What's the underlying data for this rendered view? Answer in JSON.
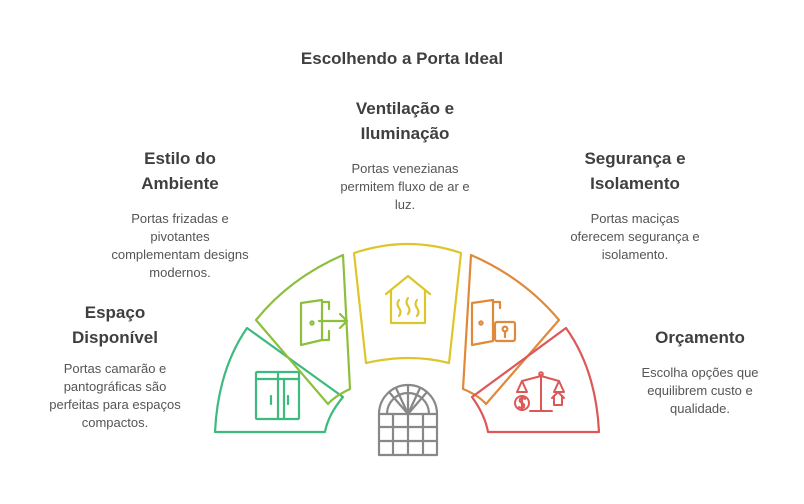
{
  "title": "Escolhendo a Porta Ideal",
  "segments": [
    {
      "key": "espaco",
      "heading": "Espaço\nDisponível",
      "description": "Portas camarão e\npantográficas são\nperfeitas para espaços\ncompactos.",
      "color": "#3dbb7e",
      "icon": "sliding-door-icon"
    },
    {
      "key": "estilo",
      "heading": "Estilo do\nAmbiente",
      "description": "Portas frizadas e\npivotantes\ncomplementam designs\nmodernos.",
      "color": "#8dbf3e",
      "icon": "door-exit-icon"
    },
    {
      "key": "ventilacao",
      "heading": "Ventilação e\nIluminação",
      "description": "Portas venezianas\npermitem fluxo de ar e\nluz.",
      "color": "#dcc62b",
      "icon": "house-ventilation-icon"
    },
    {
      "key": "seguranca",
      "heading": "Segurança e\nIsolamento",
      "description": "Portas maciças\noferecem segurança e\nisolamento.",
      "color": "#e0893a",
      "icon": "door-lock-icon"
    },
    {
      "key": "orcamento",
      "heading": "Orçamento",
      "description": "Escolha opções que\nequilibrem custo e\nqualidade.",
      "color": "#dd5757",
      "icon": "balance-money-icon"
    }
  ],
  "center_icon": "arched-door-icon"
}
